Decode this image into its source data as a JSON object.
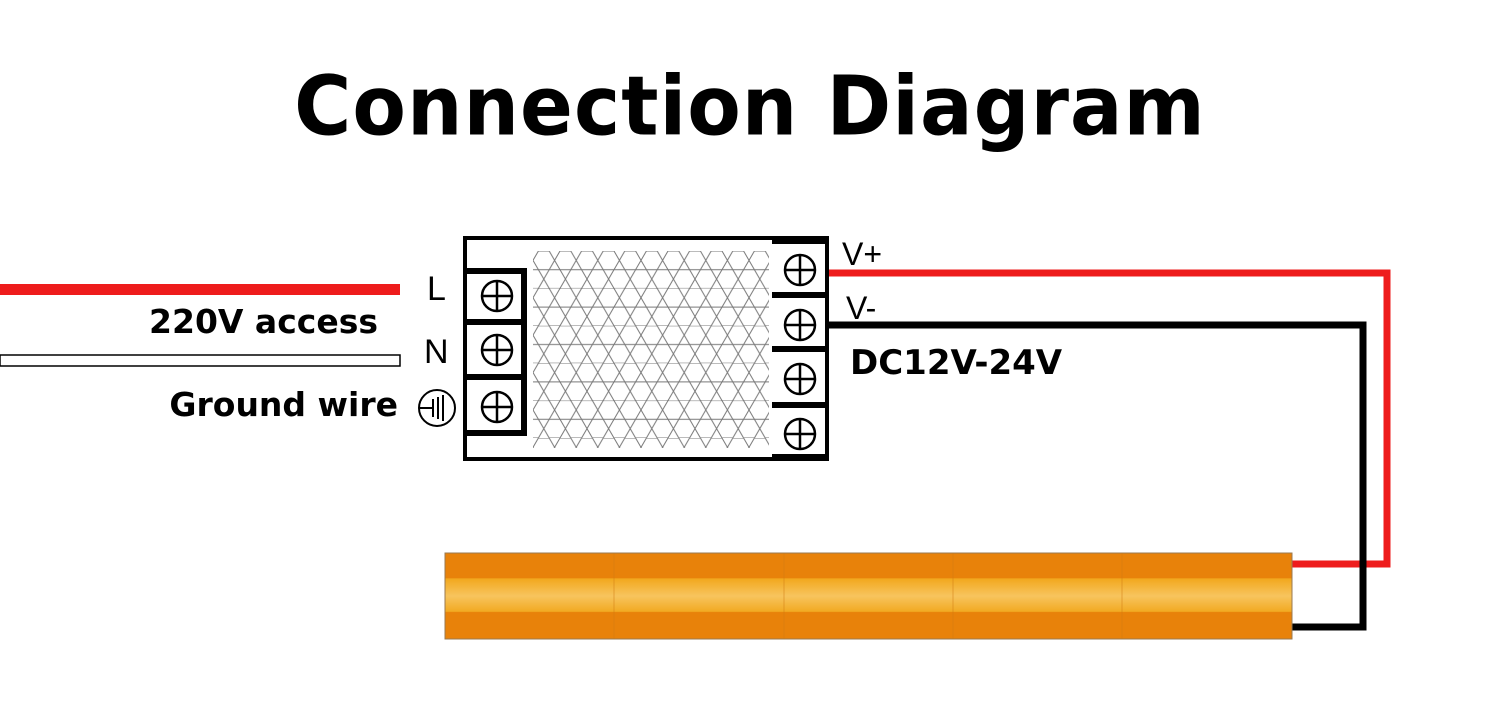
{
  "title": "Connection Diagram",
  "input_side": {
    "supply_label": "220V access",
    "ground_label": "Ground wire",
    "terminals": [
      {
        "id": "L",
        "label": "L",
        "wire_color": "#ee1c1c"
      },
      {
        "id": "N",
        "label": "N",
        "wire_color": "#ffffff"
      },
      {
        "id": "G",
        "label": "",
        "icon": "ground-icon"
      }
    ]
  },
  "output_side": {
    "voltage_label": "DC12V-24V",
    "terminals": [
      {
        "id": "V+",
        "label": "V+",
        "wire_color": "#ee1c1c"
      },
      {
        "id": "V-",
        "label": "V-",
        "wire_color": "#000000"
      },
      {
        "id": "out3",
        "label": ""
      },
      {
        "id": "out4",
        "label": ""
      }
    ]
  },
  "colors": {
    "live_wire": "#ee1c1c",
    "negative_wire": "#000000",
    "led_strip_base": "#e8820a",
    "led_strip_highlight": "#f7c25a",
    "outline": "#000000"
  },
  "icons": {
    "terminal_screw": "screw-terminal-icon",
    "ground": "ground-icon",
    "vent_pattern": "hexagon-grille"
  },
  "led_strip": {
    "segments": 5
  }
}
